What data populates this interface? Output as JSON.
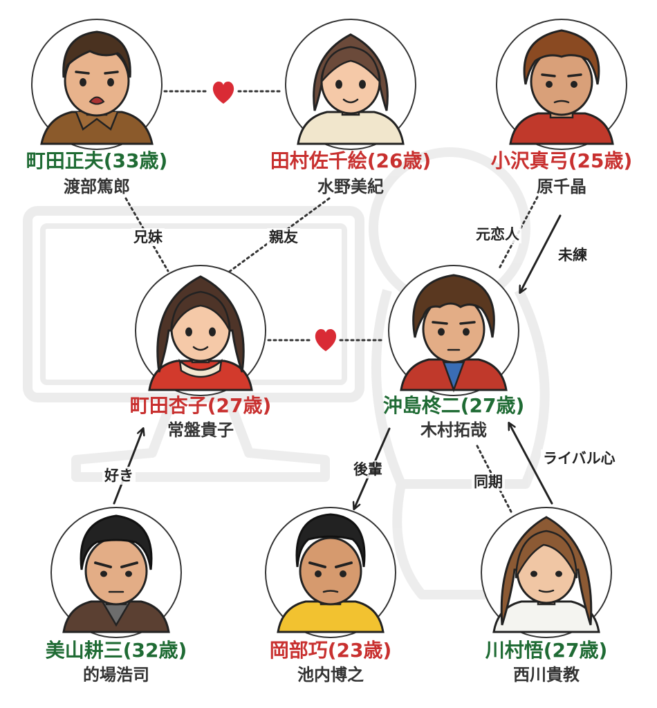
{
  "colors": {
    "green": "#1f6b34",
    "red": "#c8302f",
    "heart": "#d92b35",
    "line": "#333333"
  },
  "characters": [
    {
      "id": "masao",
      "name": "町田正夫(33歳)",
      "actor": "渡部篤郎",
      "name_color": "green"
    },
    {
      "id": "chie",
      "name": "田村佐千絵(26歳)",
      "actor": "水野美紀",
      "name_color": "red"
    },
    {
      "id": "mayumi",
      "name": "小沢真弓(25歳)",
      "actor": "原千晶",
      "name_color": "red"
    },
    {
      "id": "anzu",
      "name": "町田杏子(27歳)",
      "actor": "常盤貴子",
      "name_color": "red"
    },
    {
      "id": "shuji",
      "name": "沖島柊二(27歳)",
      "actor": "木村拓哉",
      "name_color": "green"
    },
    {
      "id": "kozo",
      "name": "美山耕三(32歳)",
      "actor": "的場浩司",
      "name_color": "green"
    },
    {
      "id": "takumi",
      "name": "岡部巧(23歳)",
      "actor": "池内博之",
      "name_color": "red"
    },
    {
      "id": "satoru",
      "name": "川村悟(27歳)",
      "actor": "西川貴教",
      "name_color": "green"
    }
  ],
  "relations": {
    "kyodai": "兄妹",
    "shinyu": "親友",
    "motokoibito": "元恋人",
    "miren": "未練",
    "suki": "好き",
    "kohai": "後輩",
    "doki": "同期",
    "rival": "ライバル心"
  }
}
